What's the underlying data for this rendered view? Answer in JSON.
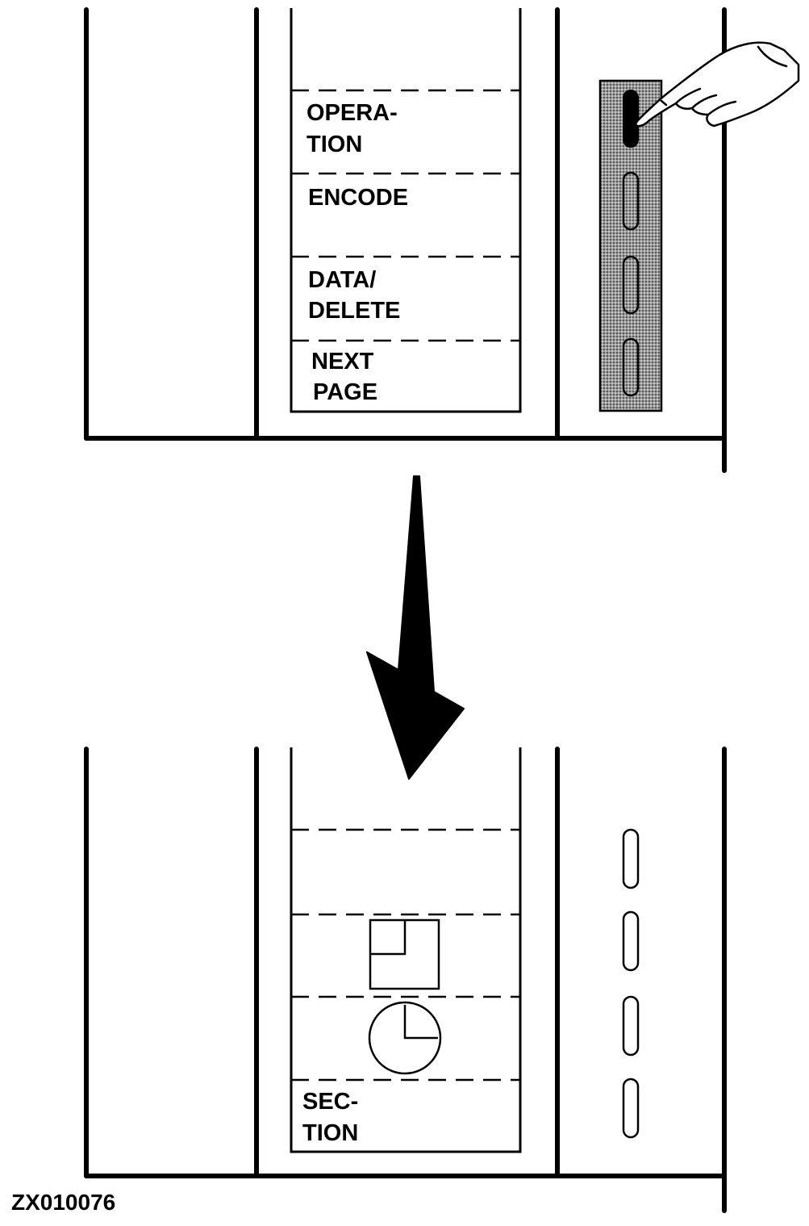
{
  "top_panel": {
    "softkey_labels": [
      {
        "line1": "OPERA-",
        "line2": "TION"
      },
      {
        "line1": "ENCODE",
        "line2": ""
      },
      {
        "line1": "DATA/",
        "line2": "DELETE"
      },
      {
        "line1": "NEXT",
        "line2": "PAGE"
      }
    ]
  },
  "bottom_panel": {
    "softkey_labels": [
      {
        "line1": "",
        "line2": ""
      },
      {
        "icon": "window-icon"
      },
      {
        "icon": "clock-icon"
      },
      {
        "line1": "SEC-",
        "line2": "TION"
      }
    ]
  },
  "figure_code": "ZX010076"
}
